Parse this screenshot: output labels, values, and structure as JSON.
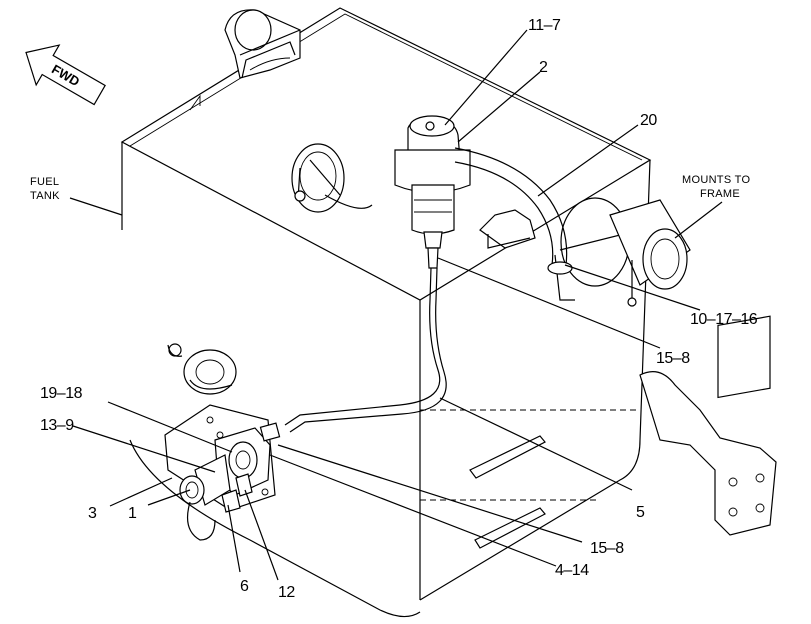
{
  "labels": {
    "fwd": "FWD",
    "fuel_tank_line1": "FUEL",
    "fuel_tank_line2": "TANK",
    "mounts_line1": "MOUNTS TO",
    "mounts_line2": "FRAME"
  },
  "callouts": {
    "c11_7": "11–7",
    "c2": "2",
    "c20": "20",
    "c10_17_16": "10–17–16",
    "c15_8_upper": "15–8",
    "c19_18": "19–18",
    "c13_9": "13–9",
    "c3": "3",
    "c1": "1",
    "c6": "6",
    "c12": "12",
    "c5": "5",
    "c15_8_lower": "15–8",
    "c4_14": "4–14"
  }
}
